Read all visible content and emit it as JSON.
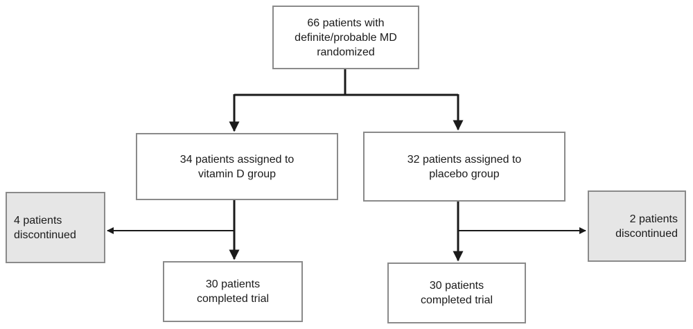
{
  "nodes": {
    "randomized": {
      "lines": [
        "66 patients with",
        "definite/probable MD",
        "randomized"
      ]
    },
    "vitamin_d": {
      "lines": [
        "34 patients assigned to",
        "vitamin D group"
      ]
    },
    "placebo": {
      "lines": [
        "32 patients assigned to",
        "placebo group"
      ]
    },
    "vitd_discontinued": {
      "lines": [
        "4 patients",
        "discontinued"
      ]
    },
    "placebo_discontinued": {
      "lines": [
        "2 patients",
        "discontinued"
      ]
    },
    "vitd_completed": {
      "lines": [
        "30 patients",
        "completed trial"
      ]
    },
    "placebo_completed": {
      "lines": [
        "30 patients",
        "completed trial"
      ]
    }
  },
  "colors": {
    "box_border": "#8a8a8a",
    "box_fill": "#ffffff",
    "discontinued_fill": "#e6e6e6",
    "connector": "#1a1a1a"
  }
}
